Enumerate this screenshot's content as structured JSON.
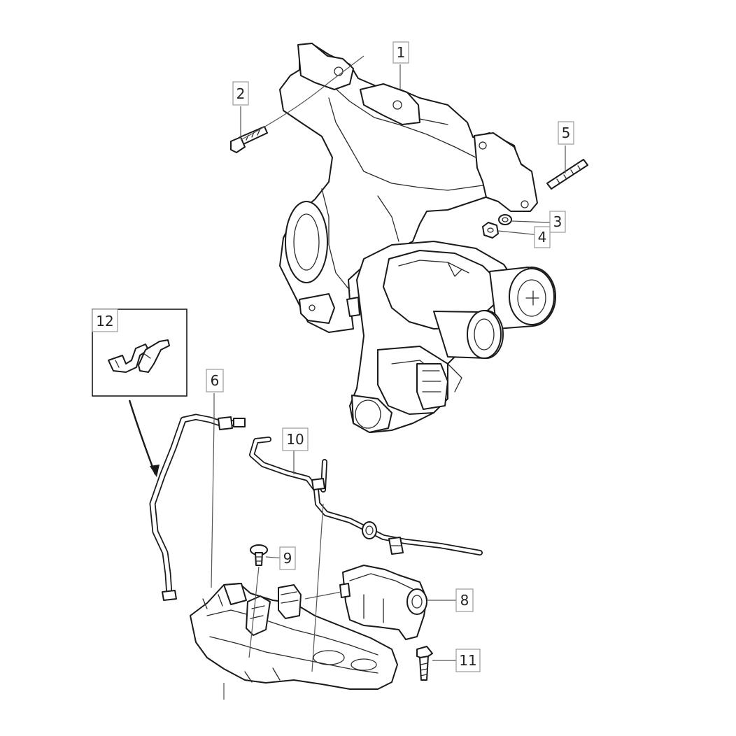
{
  "diagram": {
    "highlight_color": "#f2c94c",
    "line_color": "#1a1a1a",
    "callouts": [
      {
        "id": "1",
        "label": "1",
        "highlighted": false
      },
      {
        "id": "2",
        "label": "2",
        "highlighted": true
      },
      {
        "id": "3",
        "label": "3",
        "highlighted": false
      },
      {
        "id": "4",
        "label": "4",
        "highlighted": false
      },
      {
        "id": "5",
        "label": "5",
        "highlighted": false
      },
      {
        "id": "6",
        "label": "6",
        "highlighted": false
      },
      {
        "id": "8",
        "label": "8",
        "highlighted": false
      },
      {
        "id": "9",
        "label": "9",
        "highlighted": false
      },
      {
        "id": "10",
        "label": "10",
        "highlighted": false
      },
      {
        "id": "11",
        "label": "11",
        "highlighted": false
      },
      {
        "id": "12",
        "label": "12",
        "highlighted": false
      }
    ]
  }
}
